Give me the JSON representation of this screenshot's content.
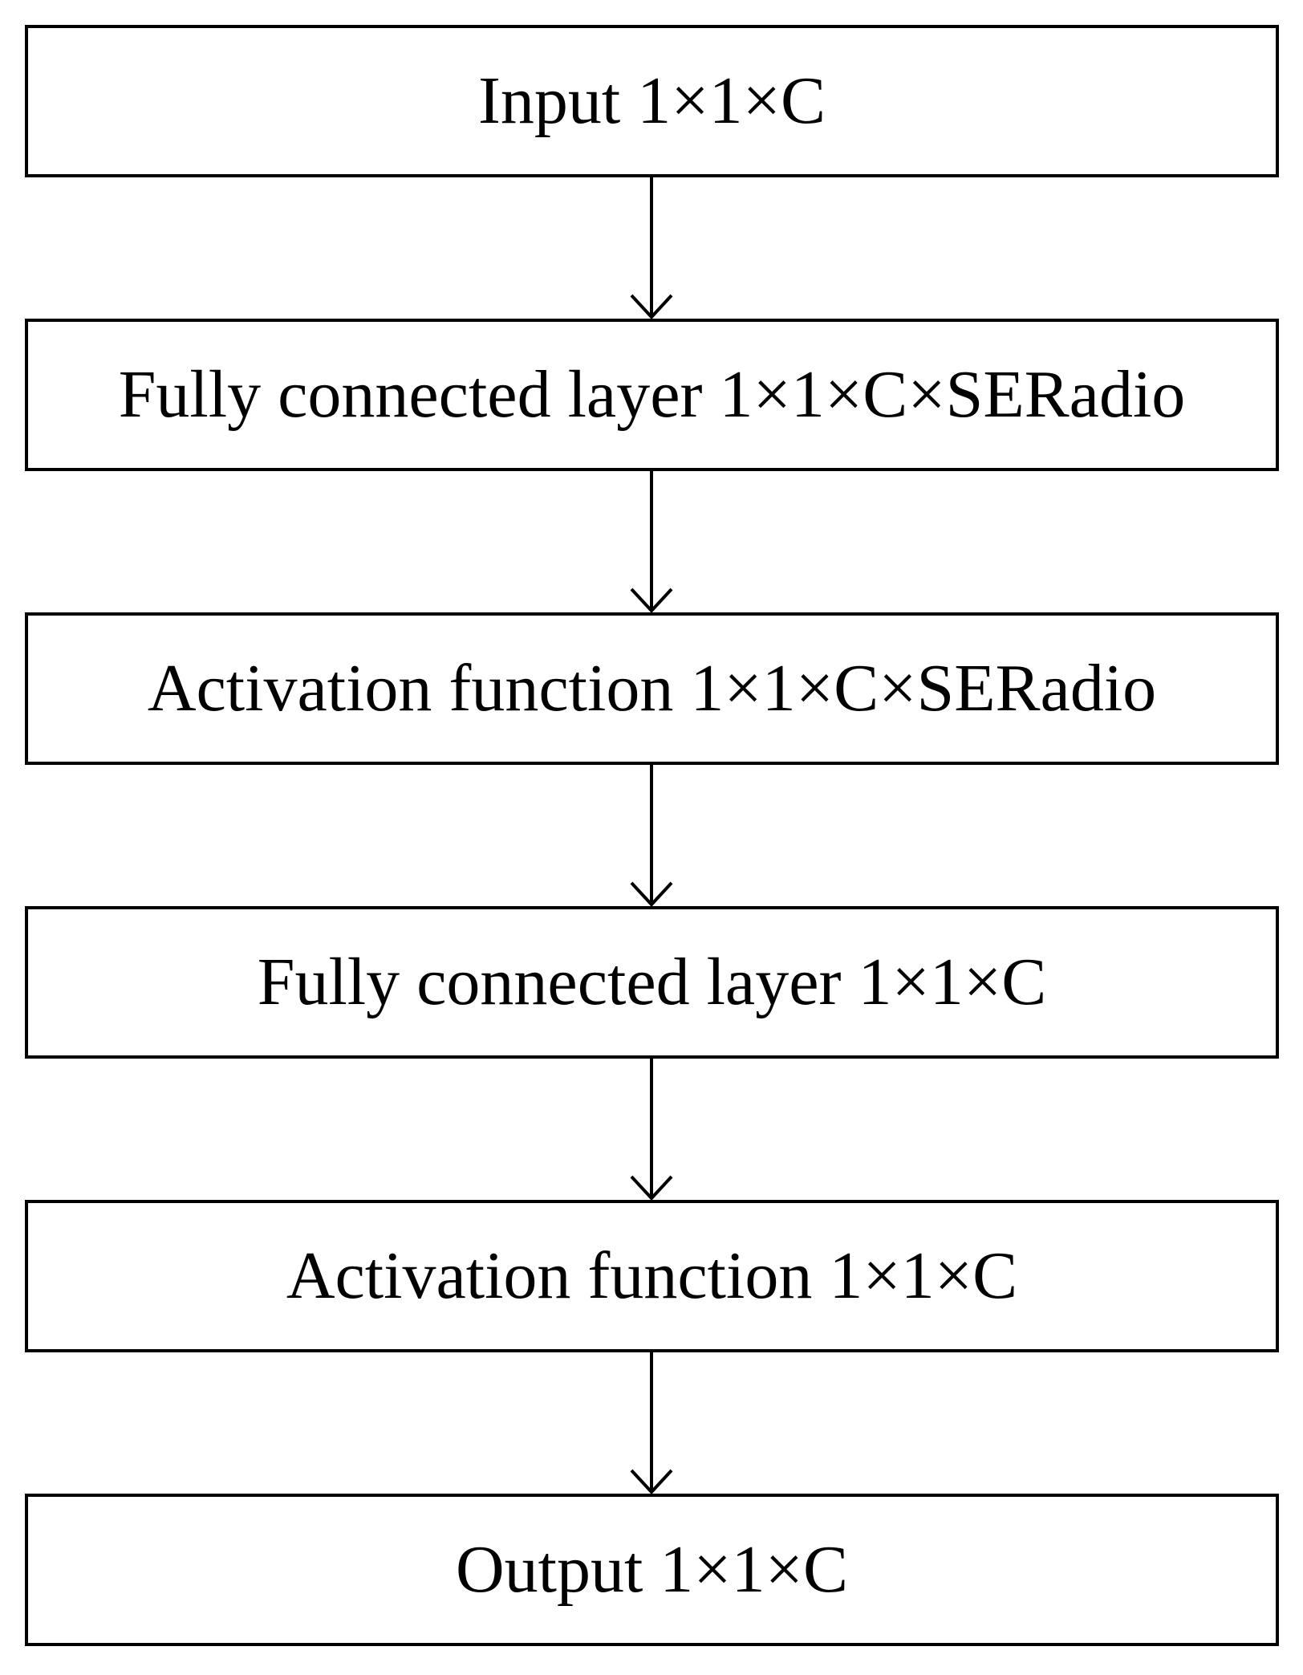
{
  "diagram": {
    "nodes": [
      {
        "id": "input",
        "label": "Input 1×1×C"
      },
      {
        "id": "fc1",
        "label": "Fully connected layer 1×1×C×SERadio"
      },
      {
        "id": "act1",
        "label": "Activation function 1×1×C×SERadio"
      },
      {
        "id": "fc2",
        "label": "Fully connected layer 1×1×C"
      },
      {
        "id": "act2",
        "label": "Activation function 1×1×C"
      },
      {
        "id": "output",
        "label": "Output 1×1×C"
      }
    ],
    "edges": [
      {
        "from": "input",
        "to": "fc1"
      },
      {
        "from": "fc1",
        "to": "act1"
      },
      {
        "from": "act1",
        "to": "fc2"
      },
      {
        "from": "fc2",
        "to": "act2"
      },
      {
        "from": "act2",
        "to": "output"
      }
    ],
    "colors": {
      "stroke": "#000000",
      "fill": "#ffffff",
      "text": "#000000"
    }
  }
}
